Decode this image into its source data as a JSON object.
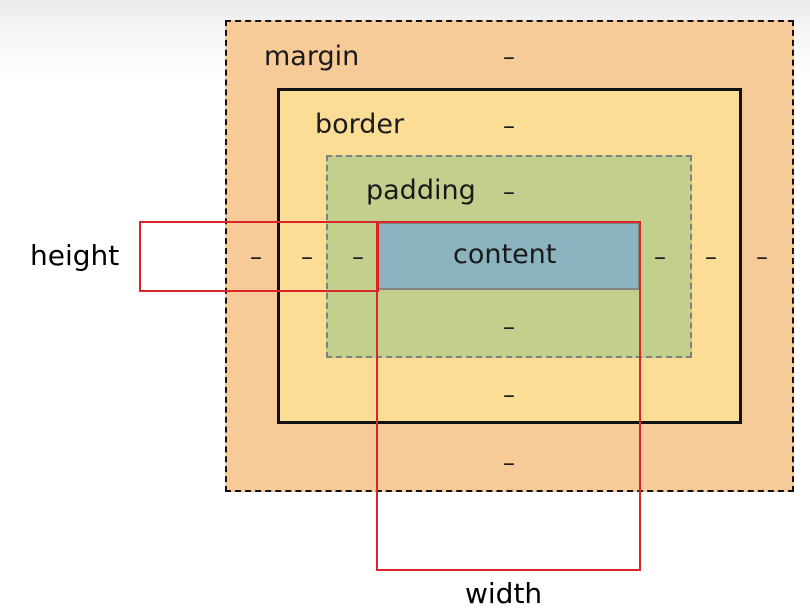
{
  "diagram": {
    "labels": {
      "margin": "margin",
      "border": "border",
      "padding": "padding",
      "content": "content",
      "height": "height",
      "width": "width"
    },
    "values": {
      "margin_top": "–",
      "margin_right": "–",
      "margin_bottom": "–",
      "margin_left": "–",
      "border_top": "–",
      "border_right": "–",
      "border_bottom": "–",
      "border_left": "–",
      "padding_top": "–",
      "padding_right": "–",
      "padding_bottom": "–",
      "padding_left": "–"
    },
    "colors": {
      "margin": "#f7cb97",
      "border": "#fcdd96",
      "padding": "#c3cf8c",
      "content": "#8cb3c0",
      "highlight": "#d9262b"
    }
  }
}
